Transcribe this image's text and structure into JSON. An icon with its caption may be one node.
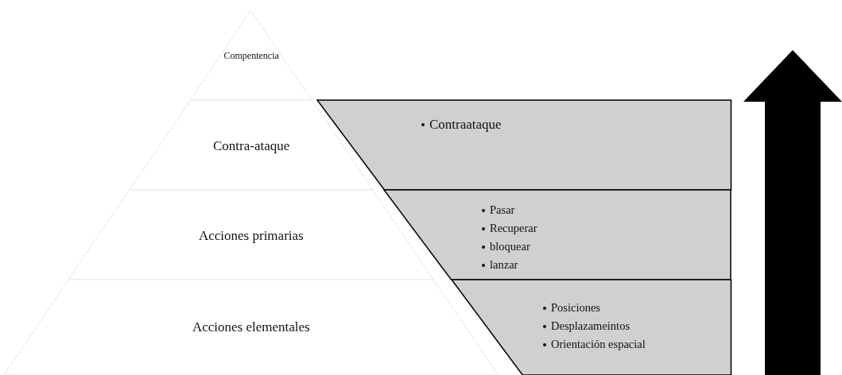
{
  "diagram": {
    "nodes": [
      {
        "text": [
          "Compentencia"
        ]
      },
      {
        "text": [
          "Contra-ataque"
        ]
      },
      {
        "text": [
          "Contraataque"
        ]
      },
      {
        "text": [
          "Acciones primarias"
        ]
      },
      {
        "text": [
          "Pasar",
          "Recuperar",
          "bloquear",
          "lanzar"
        ]
      },
      {
        "text": [
          "Acciones elementales"
        ]
      },
      {
        "text": [
          "Posiciones",
          "Desplazameintos",
          "Orientación espacial"
        ]
      }
    ]
  }
}
